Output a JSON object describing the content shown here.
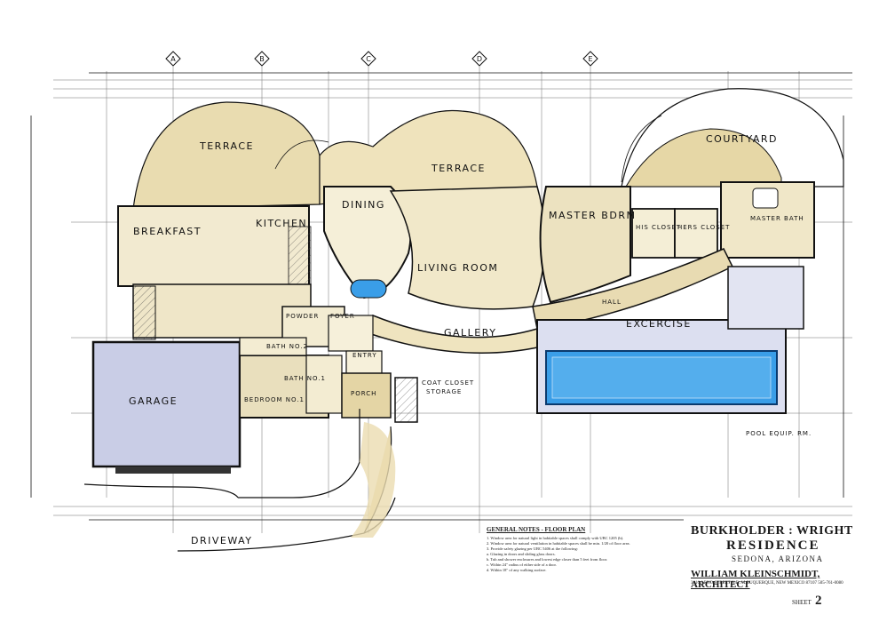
{
  "rooms": {
    "terrace_left": "TERRACE",
    "terrace_center": "TERRACE",
    "courtyard": "COURTYARD",
    "breakfast": "BREAKFAST",
    "kitchen": "KITCHEN",
    "dining": "DINING",
    "living_room": "LIVING ROOM",
    "master_bdrm": "MASTER BDRM",
    "his_closet": "HIS CLOSET",
    "hers_closet": "HERS CLOSET",
    "master_bath": "MASTER BATH",
    "powder": "POWDER",
    "foyer": "FOYER",
    "entry": "ENTRY",
    "gallery": "GALLERY",
    "hall": "HALL",
    "excercise": "EXCERCISE",
    "garage": "GARAGE",
    "bath_no2": "BATH NO.2",
    "bath_no1": "BATH NO.1",
    "bedroom_no1": "BEDROOM NO.1",
    "porch": "PORCH",
    "coat_closet": "COAT CLOSET",
    "storage": "STORAGE",
    "pool_equip": "POOL EQUIP. RM.",
    "driveway": "DRIVEWAY"
  },
  "grid_markers": [
    "A",
    "B",
    "C",
    "D",
    "E"
  ],
  "notes": {
    "title": "GENERAL NOTES - FLOOR PLAN",
    "items": [
      "1. Window area for natural light in habitable spaces shall comply with UBC 1205 (b).",
      "2. Window area for natural ventilation in habitable spaces shall be min. 1/20 of floor area.",
      "3. Provide safety glazing per UBC 5406 at the following:",
      "a. Glazing in doors and sliding glass doors.",
      "b. Tub and shower enclosures and lowest edge closer than 5 feet from floor.",
      "c. Within 24\" radius of either side of a door.",
      "d. Within 18\" of any walking surface."
    ]
  },
  "title_block": {
    "project_line1": "BURKHOLDER : WRIGHT",
    "project_line2": "RESIDENCE",
    "location": "SEDONA, ARIZONA",
    "architect": "WILLIAM KLEINSCHMIDT, ARCHITECT",
    "address": "3816 ARNO STREET N.E. ALBUQUERQUE, NEW MEXICO 87107   505-761-0080",
    "sheet_label": "SHEET",
    "sheet_number": "2"
  },
  "colors": {
    "terrace_fill": "#e9dcb0",
    "room_fill": "#f3ecd2",
    "garage_fill": "#c9cde6",
    "pool_fill": "#3ea0e8",
    "exercise_fill": "#d9dcef",
    "wall": "#111111"
  }
}
